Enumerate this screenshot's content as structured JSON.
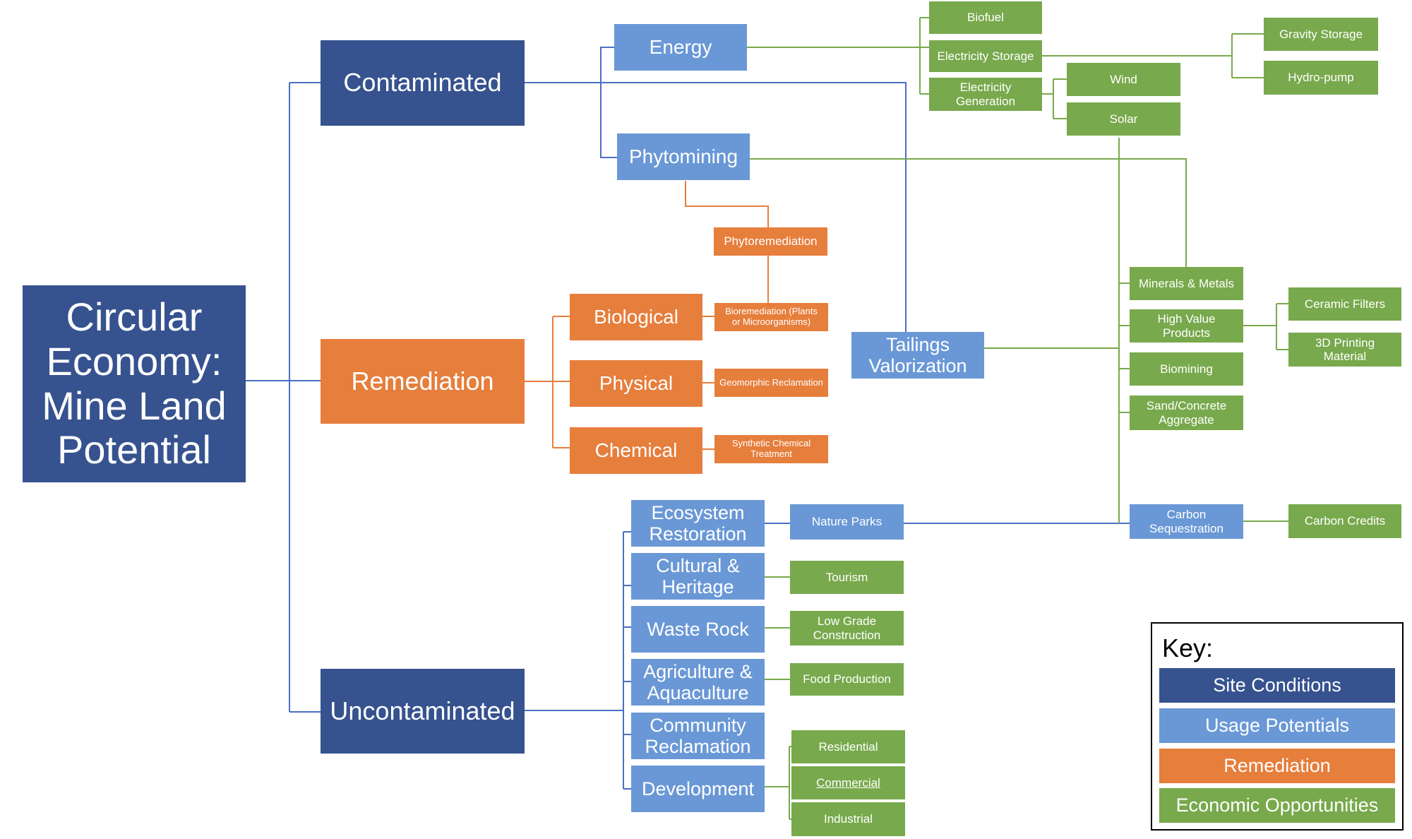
{
  "diagram": {
    "title": "Circular\nEconomy:\nMine Land\nPotential",
    "site_conditions": {
      "contaminated": "Contaminated",
      "remediation": "Remediation",
      "uncontaminated": "Uncontaminated"
    },
    "usage": {
      "energy": "Energy",
      "phytomining": "Phytomining",
      "tailings_valorization": "Tailings\nValorization",
      "ecosystem_restoration": "Ecosystem\nRestoration",
      "cultural_heritage": "Cultural &\nHeritage",
      "waste_rock": "Waste Rock",
      "agriculture_aquaculture": "Agriculture &\nAquaculture",
      "community_reclamation": "Community\nReclamation",
      "development": "Development"
    },
    "remediation_nodes": {
      "biological": "Biological",
      "physical": "Physical",
      "chemical": "Chemical",
      "phytoremediation": "Phytoremediation",
      "bioremediation": "Bioremediation (Plants\nor Microorganisms)",
      "geomorphic": "Geomorphic Reclamation",
      "synthetic_chemical": "Synthetic Chemical\nTreatment"
    },
    "economic": {
      "biofuel": "Biofuel",
      "electricity_storage": "Electricity Storage",
      "electricity_generation": "Electricity\nGeneration",
      "wind": "Wind",
      "solar": "Solar",
      "gravity_storage": "Gravity Storage",
      "hydro_pump": "Hydro-pump",
      "minerals_metals": "Minerals & Metals",
      "high_value_products": "High Value\nProducts",
      "ceramic_filters": "Ceramic Filters",
      "printing_material": "3D Printing\nMaterial",
      "biomining": "Biomining",
      "sand_concrete": "Sand/Concrete\nAggregate",
      "carbon_sequestration": "Carbon\nSequestration",
      "carbon_credits": "Carbon Credits",
      "nature_parks": "Nature Parks",
      "tourism": "Tourism",
      "low_grade_construction": "Low Grade\nConstruction",
      "food_production": "Food Production",
      "residential": "Residential",
      "commercial": "Commercial",
      "industrial": "Industrial"
    }
  },
  "key": {
    "title": "Key:",
    "site_conditions": "Site Conditions",
    "usage_potentials": "Usage Potentials",
    "remediation": "Remediation",
    "economic_opportunities": "Economic Opportunities"
  },
  "colors": {
    "site_conditions": "#36528f",
    "usage_potentials": "#6a98d6",
    "remediation": "#e67e3c",
    "economic_opportunities": "#78a94c",
    "blue_connector": "#4a6fc4",
    "orange_connector": "#e67e3c",
    "green_connector": "#78a94c"
  }
}
